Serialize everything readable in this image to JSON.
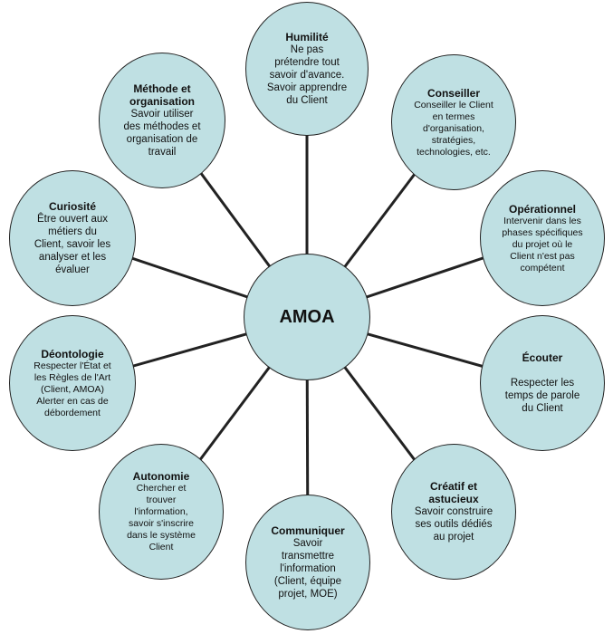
{
  "center": {
    "title": "AMOA"
  },
  "nodes": [
    {
      "id": "humilite",
      "title": "Humilité",
      "text": "Ne pas\nprétendre tout\nsavoir d'avance.\nSavoir apprendre\ndu Client"
    },
    {
      "id": "conseiller",
      "title": "Conseiller",
      "text": "Conseiller le Client\nen termes\nd'organisation,\nstratégies,\ntechnologies, etc."
    },
    {
      "id": "operationnel",
      "title": "Opérationnel",
      "text": "Intervenir dans les\nphases spécifiques\ndu projet où le\nClient n'est pas\ncompétent"
    },
    {
      "id": "ecouter",
      "title": "Écouter",
      "text": "\nRespecter les\ntemps de parole\ndu Client"
    },
    {
      "id": "creatif",
      "title": "Créatif et\nastucieux",
      "text": "Savoir construire\nses outils dédiés\nau projet"
    },
    {
      "id": "communiquer",
      "title": "Communiquer",
      "text": "Savoir\ntransmettre\nl'information\n(Client, équipe\nprojet, MOE)"
    },
    {
      "id": "autonomie",
      "title": "Autonomie",
      "text": "Chercher et\ntrouver\nl'information,\nsavoir s'inscrire\ndans le système\nClient"
    },
    {
      "id": "deontologie",
      "title": "Déontologie",
      "text": "Respecter l'État et\nles Règles de l'Art\n(Client, AMOA)\nAlerter en cas de\ndébordement"
    },
    {
      "id": "curiosite",
      "title": "Curiosité",
      "text": "Être ouvert aux\nmétiers du\nClient, savoir les\nanalyser et les\névaluer"
    },
    {
      "id": "methode",
      "title": "Méthode et\norganisation",
      "text": "Savoir utiliser\ndes méthodes et\norganisation de\ntravail"
    }
  ],
  "colors": {
    "fill": "#bfe0e3",
    "stroke": "#222222"
  }
}
